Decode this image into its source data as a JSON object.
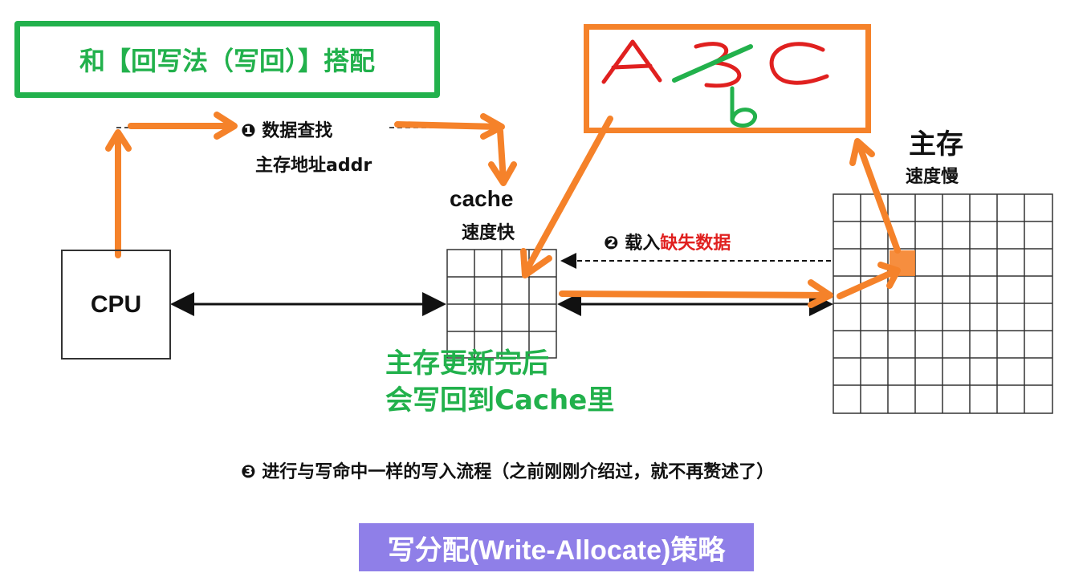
{
  "header_box": {
    "text": "和【回写法（写回）】搭配"
  },
  "handwriting": {
    "letters": [
      "A",
      "B",
      "C"
    ],
    "replacement": "b"
  },
  "cpu": {
    "label": "CPU"
  },
  "cache": {
    "title": "cache",
    "speed": "速度快"
  },
  "main_memory": {
    "title": "主存",
    "speed": "速度慢"
  },
  "steps": {
    "step1": "❶ 数据查找",
    "address": "主存地址addr",
    "step2_prefix": "❷ 载入",
    "step2_highlight": "缺失数据",
    "step3": "❸ 进行与写命中一样的写入流程（之前刚刚介绍过，就不再赘述了）"
  },
  "annotation": {
    "line1": "主存更新完后",
    "line2": "会写回到Cache里"
  },
  "banner": {
    "text": "写分配(Write-Allocate)策略"
  },
  "colors": {
    "orange": "#f5822a",
    "green": "#22b14c",
    "red": "#e0201f",
    "purple": "#8f7fe8"
  }
}
